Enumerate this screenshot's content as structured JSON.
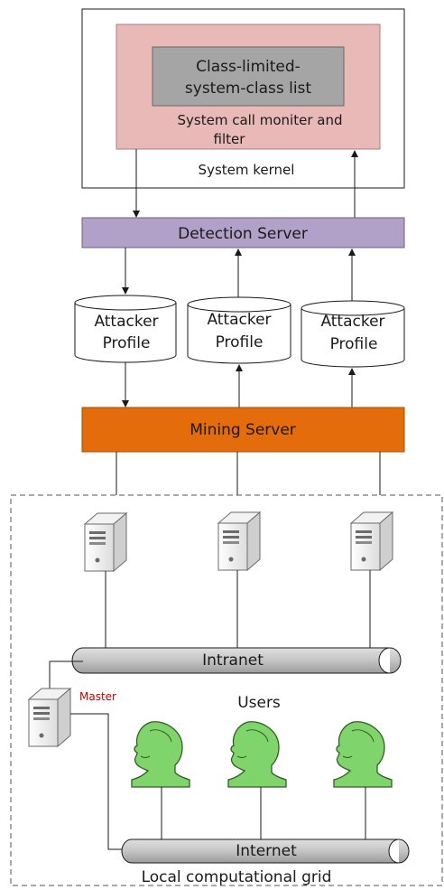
{
  "kernel": {
    "list_line1": "Class-limited-",
    "list_line2": "system-class list",
    "monitor_line1": "System call moniter and",
    "monitor_line2": "filter",
    "label": "System kernel"
  },
  "detection_server": {
    "label": "Detection Server"
  },
  "profiles": [
    {
      "line1": "Attacker",
      "line2": "Profile"
    },
    {
      "line1": "Attacker",
      "line2": "Profile"
    },
    {
      "line1": "Attacker",
      "line2": "Profile"
    }
  ],
  "mining_server": {
    "label": "Mining Server"
  },
  "grid": {
    "intranet_label": "Intranet",
    "internet_label": "Internet",
    "master_label": "Master",
    "users_label": "Users",
    "grid_label": "Local computational grid"
  },
  "colors": {
    "kernel_inner": "#e8b9b7",
    "list_box": "#a5a5a5",
    "detection": "#b1a0c7",
    "mining": "#e46c0a",
    "pipe": "#c8c8c8",
    "user": "#7fd36b",
    "master_text": "#c00000"
  }
}
